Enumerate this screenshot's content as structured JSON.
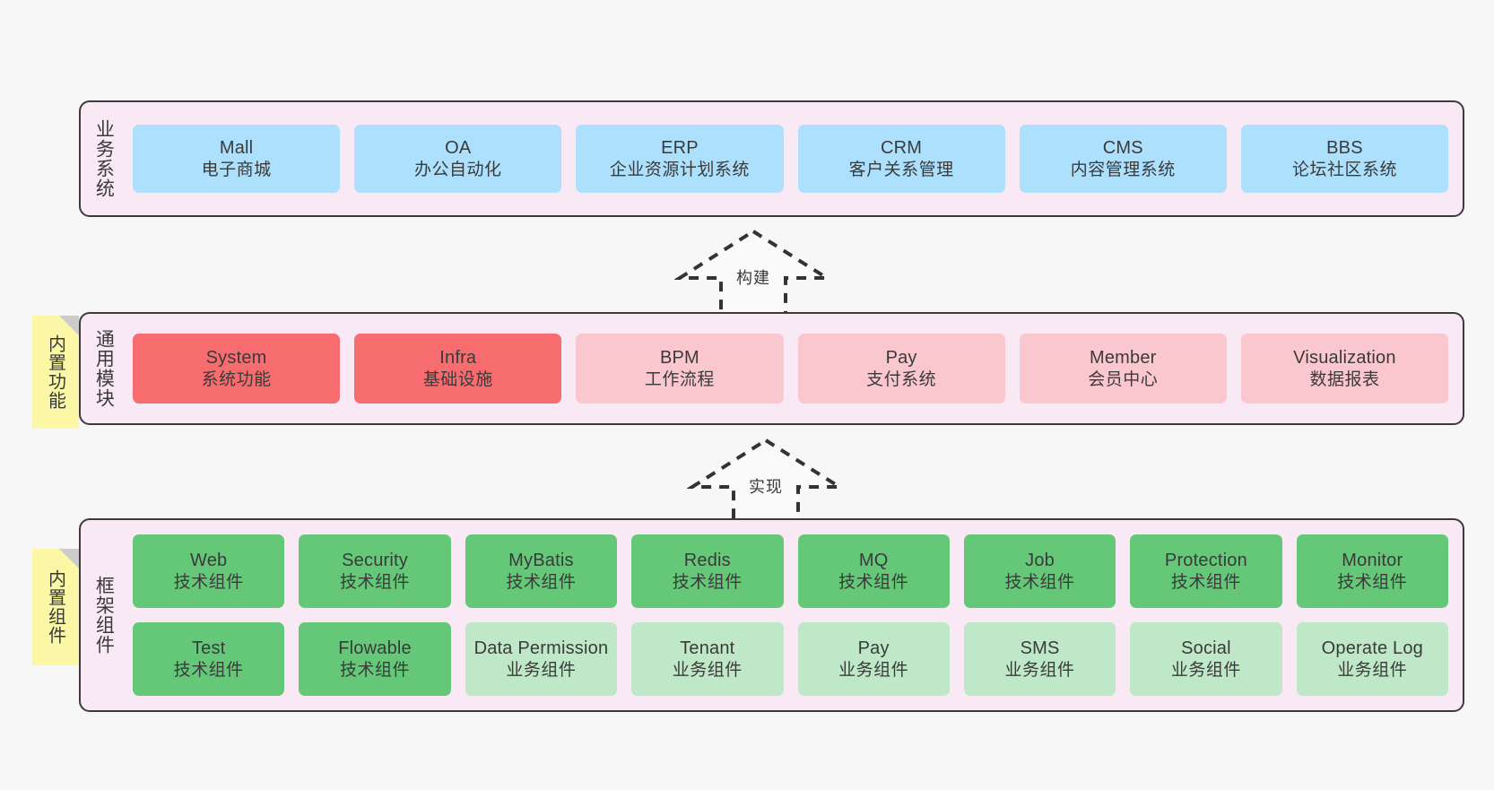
{
  "diagram": {
    "background": "#f7f7f7",
    "container_fill": "#f8e9f5",
    "container_border": "#3b3b3b",
    "colors": {
      "blue": "#ace0fd",
      "red": "#f76c6f",
      "pink": "#fbc7ce",
      "green": "#64c878",
      "light_green": "#bfe8c9",
      "sticky_yellow": "#fbf7a6",
      "sticky_fold": "#cccccc"
    }
  },
  "layers": {
    "business": {
      "title": "业务系统",
      "cards": [
        {
          "en": "Mall",
          "cn": "电子商城",
          "color": "blue"
        },
        {
          "en": "OA",
          "cn": "办公自动化",
          "color": "blue"
        },
        {
          "en": "ERP",
          "cn": "企业资源计划系统",
          "color": "blue"
        },
        {
          "en": "CRM",
          "cn": "客户关系管理",
          "color": "blue"
        },
        {
          "en": "CMS",
          "cn": "内容管理系统",
          "color": "blue"
        },
        {
          "en": "BBS",
          "cn": "论坛社区系统",
          "color": "blue"
        }
      ]
    },
    "common": {
      "title": "通用模块",
      "sticky": "内置功能",
      "cards": [
        {
          "en": "System",
          "cn": "系统功能",
          "color": "red"
        },
        {
          "en": "Infra",
          "cn": "基础设施",
          "color": "red"
        },
        {
          "en": "BPM",
          "cn": "工作流程",
          "color": "pink"
        },
        {
          "en": "Pay",
          "cn": "支付系统",
          "color": "pink"
        },
        {
          "en": "Member",
          "cn": "会员中心",
          "color": "pink"
        },
        {
          "en": "Visualization",
          "cn": "数据报表",
          "color": "pink"
        }
      ]
    },
    "framework": {
      "title": "框架组件",
      "sticky": "内置组件",
      "row1": [
        {
          "en": "Web",
          "cn": "技术组件",
          "color": "green"
        },
        {
          "en": "Security",
          "cn": "技术组件",
          "color": "green"
        },
        {
          "en": "MyBatis",
          "cn": "技术组件",
          "color": "green"
        },
        {
          "en": "Redis",
          "cn": "技术组件",
          "color": "green"
        },
        {
          "en": "MQ",
          "cn": "技术组件",
          "color": "green"
        },
        {
          "en": "Job",
          "cn": "技术组件",
          "color": "green"
        },
        {
          "en": "Protection",
          "cn": "技术组件",
          "color": "green"
        },
        {
          "en": "Monitor",
          "cn": "技术组件",
          "color": "green"
        }
      ],
      "row2": [
        {
          "en": "Test",
          "cn": "技术组件",
          "color": "green"
        },
        {
          "en": "Flowable",
          "cn": "技术组件",
          "color": "green"
        },
        {
          "en": "Data Permission",
          "cn": "业务组件",
          "color": "light_green"
        },
        {
          "en": "Tenant",
          "cn": "业务组件",
          "color": "light_green"
        },
        {
          "en": "Pay",
          "cn": "业务组件",
          "color": "light_green"
        },
        {
          "en": "SMS",
          "cn": "业务组件",
          "color": "light_green"
        },
        {
          "en": "Social",
          "cn": "业务组件",
          "color": "light_green"
        },
        {
          "en": "Operate Log",
          "cn": "业务组件",
          "color": "light_green"
        }
      ]
    }
  },
  "connectors": [
    {
      "name": "build",
      "label": "构建"
    },
    {
      "name": "implement",
      "label": "实现"
    }
  ]
}
